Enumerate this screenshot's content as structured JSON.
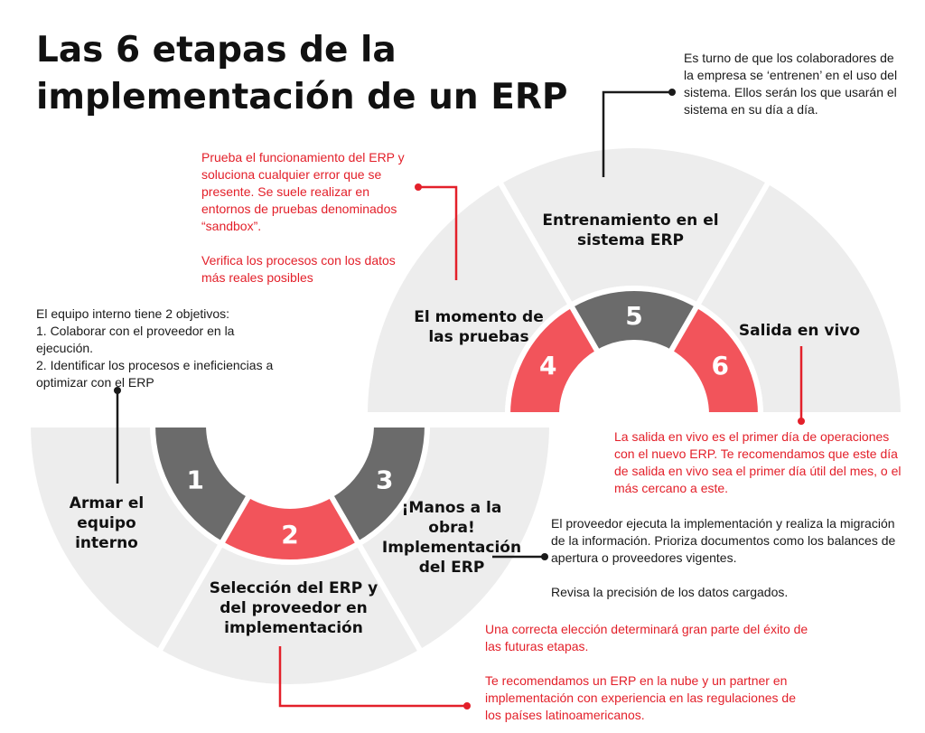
{
  "title": "Las 6 etapas de la implementación de un ERP",
  "colors": {
    "segment_light": "#ededed",
    "segment_dark": "#6b6b6b",
    "segment_red": "#f2545b",
    "accent_red": "#e3202a",
    "line_black": "#1a1a1a"
  },
  "stages": [
    {
      "number": "1",
      "label": "Armar el equipo interno",
      "color": "dark"
    },
    {
      "number": "2",
      "label": "Selección del ERP y del proveedor en implementación",
      "color": "red"
    },
    {
      "number": "3",
      "label": "¡Manos a la obra! Implementación del ERP",
      "color": "dark"
    },
    {
      "number": "4",
      "label": "El momento de las pruebas",
      "color": "red"
    },
    {
      "number": "5",
      "label": "Entrenamiento en el sistema ERP",
      "color": "dark"
    },
    {
      "number": "6",
      "label": "Salida en vivo",
      "color": "red"
    }
  ],
  "notes": {
    "stage1": "El equipo interno tiene 2 objetivos:\n1. Colaborar con el proveedor en la ejecución.\n2. Identificar los procesos e ineficiencias a optimizar con el ERP",
    "stage2": "Una correcta elección determinará gran parte del éxito de las futuras etapas.\n\nTe recomendamos un ERP en la nube y un partner en implementación con experiencia en las regulaciones de los países latinoamericanos.",
    "stage3": "El proveedor ejecuta la implementación y realiza la migración de la información. Prioriza documentos como los balances de apertura o proveedores vigentes.\n\nRevisa la precisión de los datos cargados.",
    "stage4": "Prueba el funcionamiento del ERP y soluciona cualquier error que se presente. Se suele realizar en entornos de pruebas denominados “sandbox”.\n\nVerifica los procesos con los datos más reales posibles",
    "stage5": "Es turno de que los colaboradores de la empresa se ‘entrenen’ en el uso del sistema. Ellos serán los que usarán el sistema en su día a día.",
    "stage6": "La salida en vivo es el primer día de operaciones con el nuevo ERP.  Te recomendamos que este día de salida en vivo sea el primer día útil del mes, o el más cercano a este."
  }
}
